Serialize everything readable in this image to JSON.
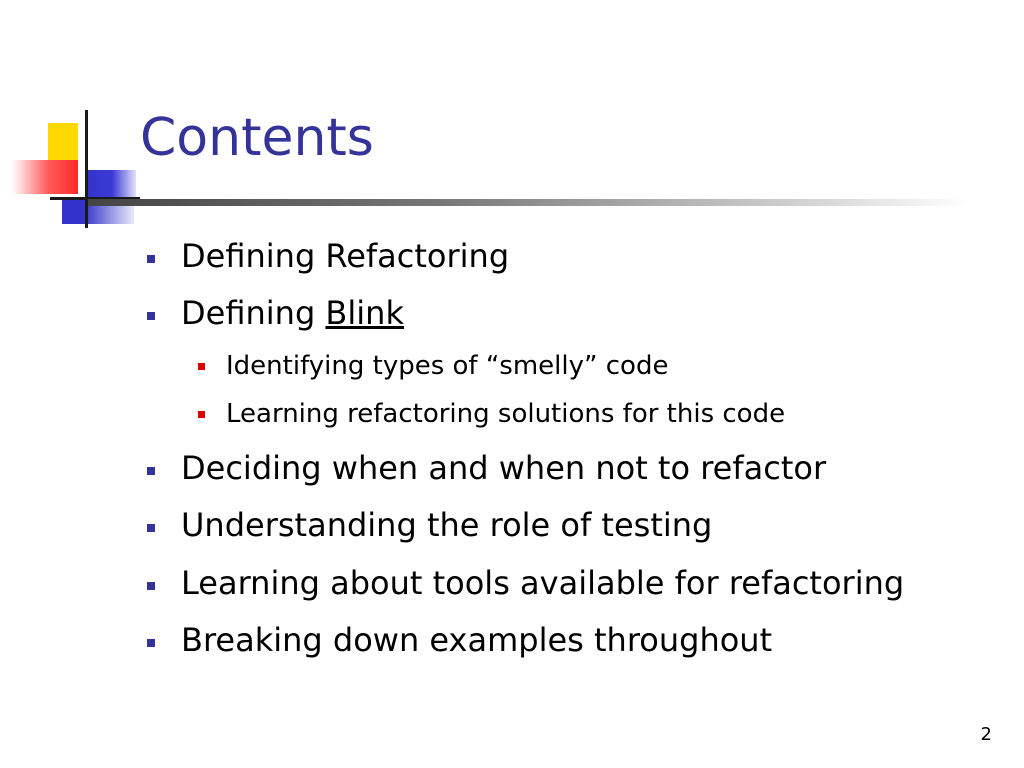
{
  "title": "Contents",
  "bullets": [
    {
      "level": 1,
      "text": "Defining Refactoring"
    },
    {
      "level": 1,
      "prefix": "Defining ",
      "link_text": "Blink"
    },
    {
      "level": 2,
      "text": "Identifying types of “smelly” code"
    },
    {
      "level": 2,
      "text": "Learning refactoring solutions for this code"
    },
    {
      "level": 1,
      "text": "Deciding when and when not to refactor"
    },
    {
      "level": 1,
      "text": "Understanding the role of testing"
    },
    {
      "level": 1,
      "text": "Learning about tools available for refactoring"
    },
    {
      "level": 1,
      "text": "Breaking down examples throughout"
    }
  ],
  "page_number": "2",
  "colors": {
    "title": "#333399",
    "bullet_level1": "#333399",
    "bullet_level2": "#dd0000"
  }
}
